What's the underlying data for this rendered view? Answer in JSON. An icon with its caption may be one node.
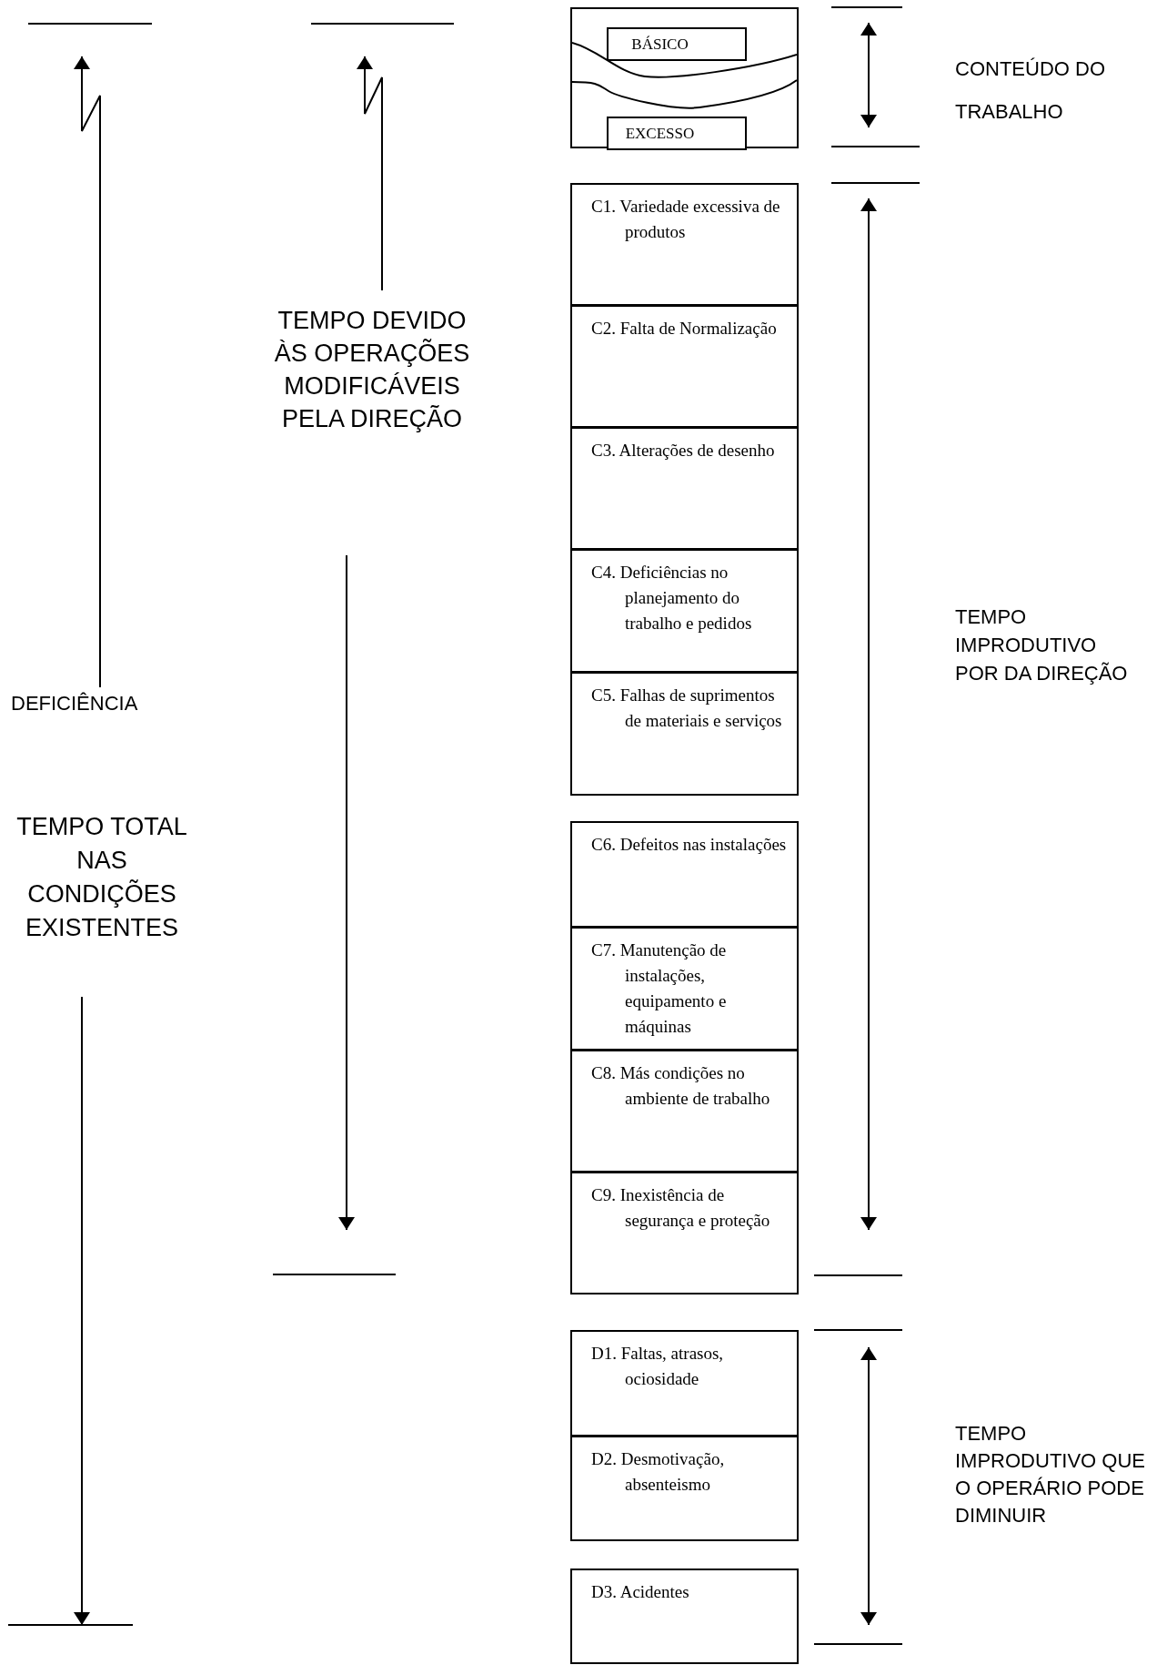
{
  "diagram": {
    "nodes": [
      {
        "text": [],
        "shape": "box"
      },
      {
        "text": [
          "BÁSICO"
        ],
        "in": 0
      },
      {
        "text": [
          "EXCESSO"
        ],
        "in": 0
      },
      {
        "text": [
          "C1. Variedade excessiva de produtos"
        ]
      },
      {
        "text": [
          "C2. Falta de Normalização"
        ]
      },
      {
        "text": [
          "C3. Alterações de desenho"
        ]
      },
      {
        "text": [
          "C4. Deficiências no planejamento do trabalho e pedidos"
        ]
      },
      {
        "text": [
          "C5. Falhas de suprimentos de materiais e serviços"
        ]
      },
      {
        "text": [
          "C6. Defeitos nas instalações"
        ]
      },
      {
        "text": [
          "C7. Manutenção de instalações, equipamento e máquinas"
        ]
      },
      {
        "text": [
          "C8. Más condições no ambiente de trabalho"
        ]
      },
      {
        "text": [
          "C9. Inexistência de segurança e proteção"
        ]
      },
      {
        "text": [
          "D1. Faltas, atrasos, ociosidade"
        ]
      },
      {
        "text": [
          "D2. Desmotivação, absenteismo"
        ]
      },
      {
        "text": [
          "D3. Acidentes"
        ]
      }
    ],
    "labels": [
      "CONTEÚDO DO TRABALHO",
      "TEMPO DEVIDO ÀS OPERAÇÕES MODIFICÁVEIS PELA DIREÇÃO",
      "TEMPO IMPRODUTIVO POR DA DIREÇÃO",
      "DEFICIÊNCIA",
      "TEMPO TOTAL NAS CONDIÇÕES EXISTENTES",
      "TEMPO IMPRODUTIVO QUE O OPERÁRIO PODE DIMINUIR"
    ]
  }
}
